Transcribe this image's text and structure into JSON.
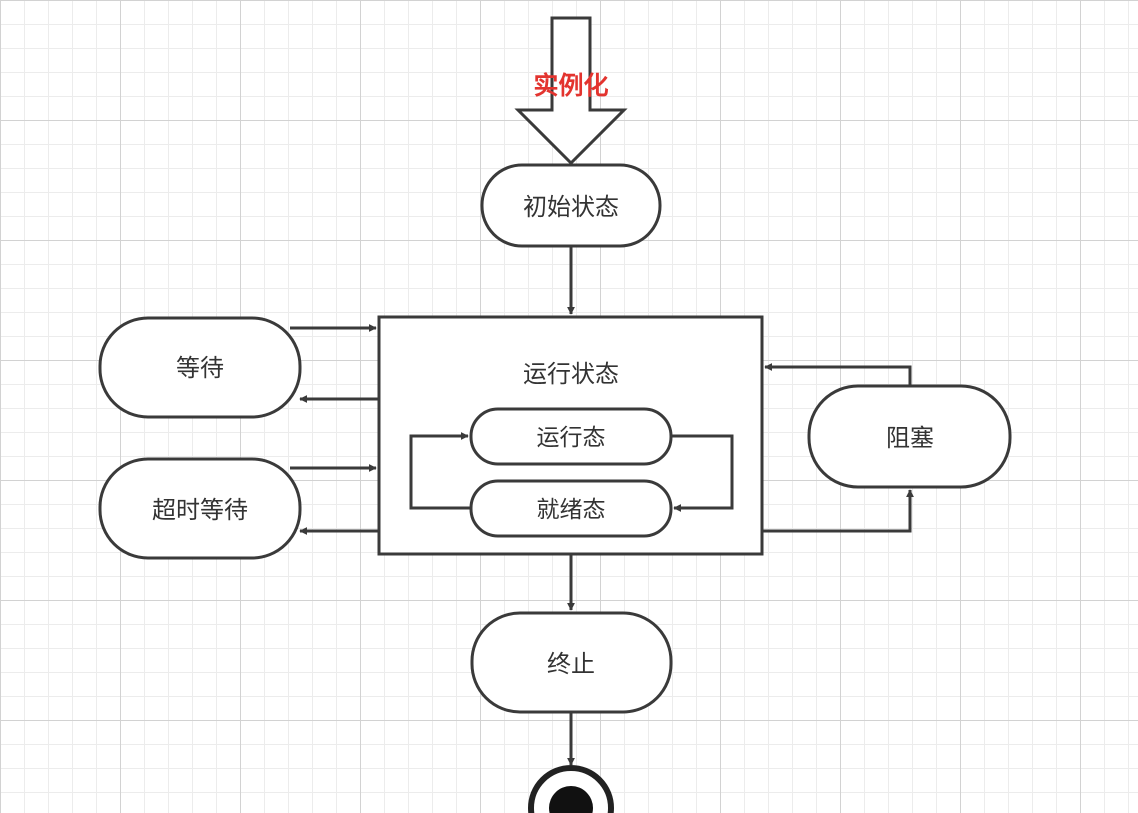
{
  "diagram": {
    "entry_label": "实例化",
    "colors": {
      "stroke": "#3a3a3a",
      "node_fill": "#ffffff",
      "entry_label": "#e3342f",
      "text": "#333333"
    },
    "nodes": {
      "initial": "初始状态",
      "running_group": "运行状态",
      "running": "运行态",
      "ready": "就绪态",
      "waiting": "等待",
      "timed_waiting": "超时等待",
      "blocked": "阻塞",
      "terminated": "终止"
    }
  }
}
